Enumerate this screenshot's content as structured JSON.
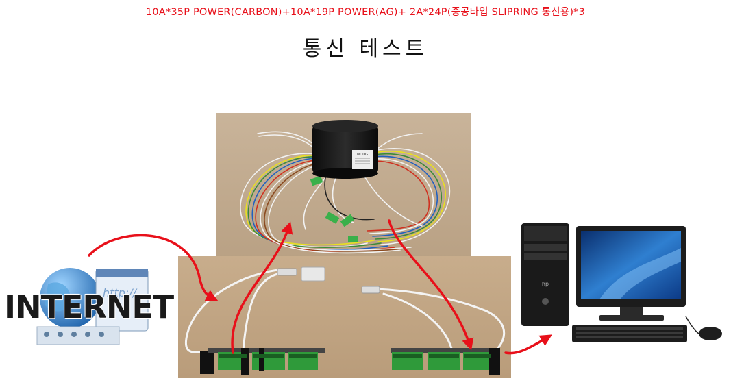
{
  "header": {
    "subtitle": "10A*35P  POWER(CARBON)+10A*19P  POWER(AG)+  2A*24P(중공타입 SLIPRING 통신용)*3",
    "title": "통신 테스트"
  },
  "internet": {
    "label": "INTERNET",
    "icon": "globe-browser-icon"
  },
  "slipring_photo": {
    "icon": "slip-ring-photo",
    "device_label": "MOOG"
  },
  "boards_photo": {
    "icon": "terminal-boards-photo"
  },
  "computer": {
    "icon": "desktop-computer-icon",
    "brand": "hp"
  },
  "colors": {
    "subtitle": "#e8101a",
    "arrow": "#e8101a",
    "title": "#111111"
  }
}
